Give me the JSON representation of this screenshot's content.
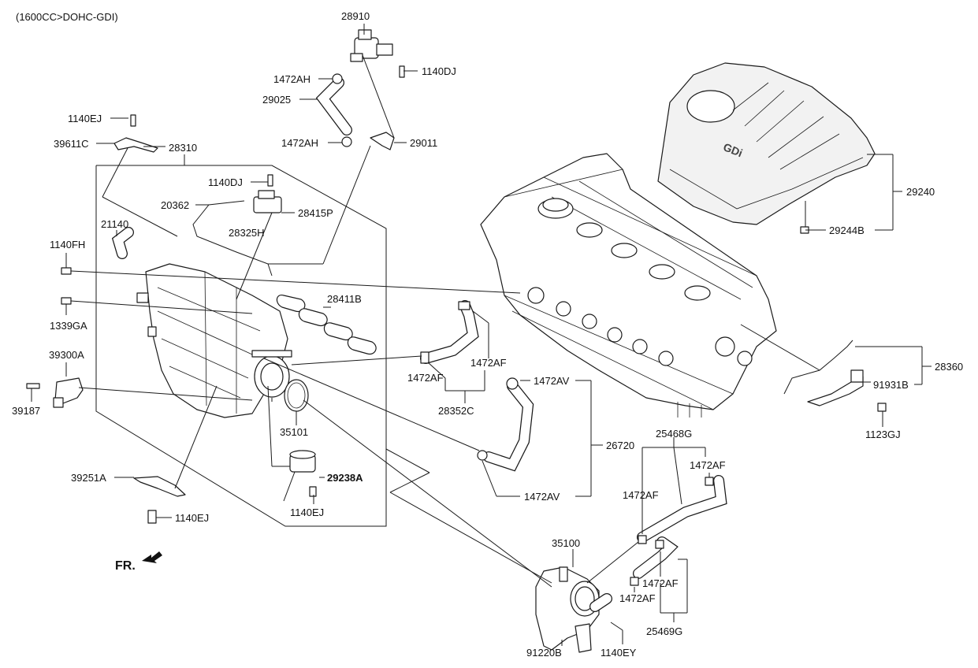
{
  "header": "(1600CC>DOHC-GDI)",
  "labels": {
    "p28910": "28910",
    "p1472AH_a": "1472AH",
    "p1140DJ_a": "1140DJ",
    "p29025": "29025",
    "p1472AH_b": "1472AH",
    "p29011": "29011",
    "p1140EJ_a": "1140EJ",
    "p39611C": "39611C",
    "p28310": "28310",
    "p1140DJ_b": "1140DJ",
    "p20362": "20362",
    "p28415P": "28415P",
    "p28325H": "28325H",
    "p21140": "21140",
    "p1140FH": "1140FH",
    "p28411B": "28411B",
    "p1339GA": "1339GA",
    "p39300A": "39300A",
    "p39187": "39187",
    "p1472AF_a": "1472AF",
    "p1472AF_b": "1472AF",
    "p28352C": "28352C",
    "p35101": "35101",
    "p1472AV_a": "1472AV",
    "p26720": "26720",
    "p1472AV_b": "1472AV",
    "p39251A": "39251A",
    "p29238A": "29238A",
    "p1140EJ_b": "1140EJ",
    "p1140EJ_c": "1140EJ",
    "p29240": "29240",
    "p29244B": "29244B",
    "p28360": "28360",
    "p91931B": "91931B",
    "p1123GJ": "1123GJ",
    "p25468G": "25468G",
    "p1472AF_c": "1472AF",
    "p1472AF_d": "1472AF",
    "p35100": "35100",
    "p1472AF_e": "1472AF",
    "p1472AF_f": "1472AF",
    "p25469G": "25469G",
    "p91220B": "91220B",
    "p1140EY": "1140EY"
  },
  "cover_logo": "GDi",
  "direction_marker": "FR."
}
